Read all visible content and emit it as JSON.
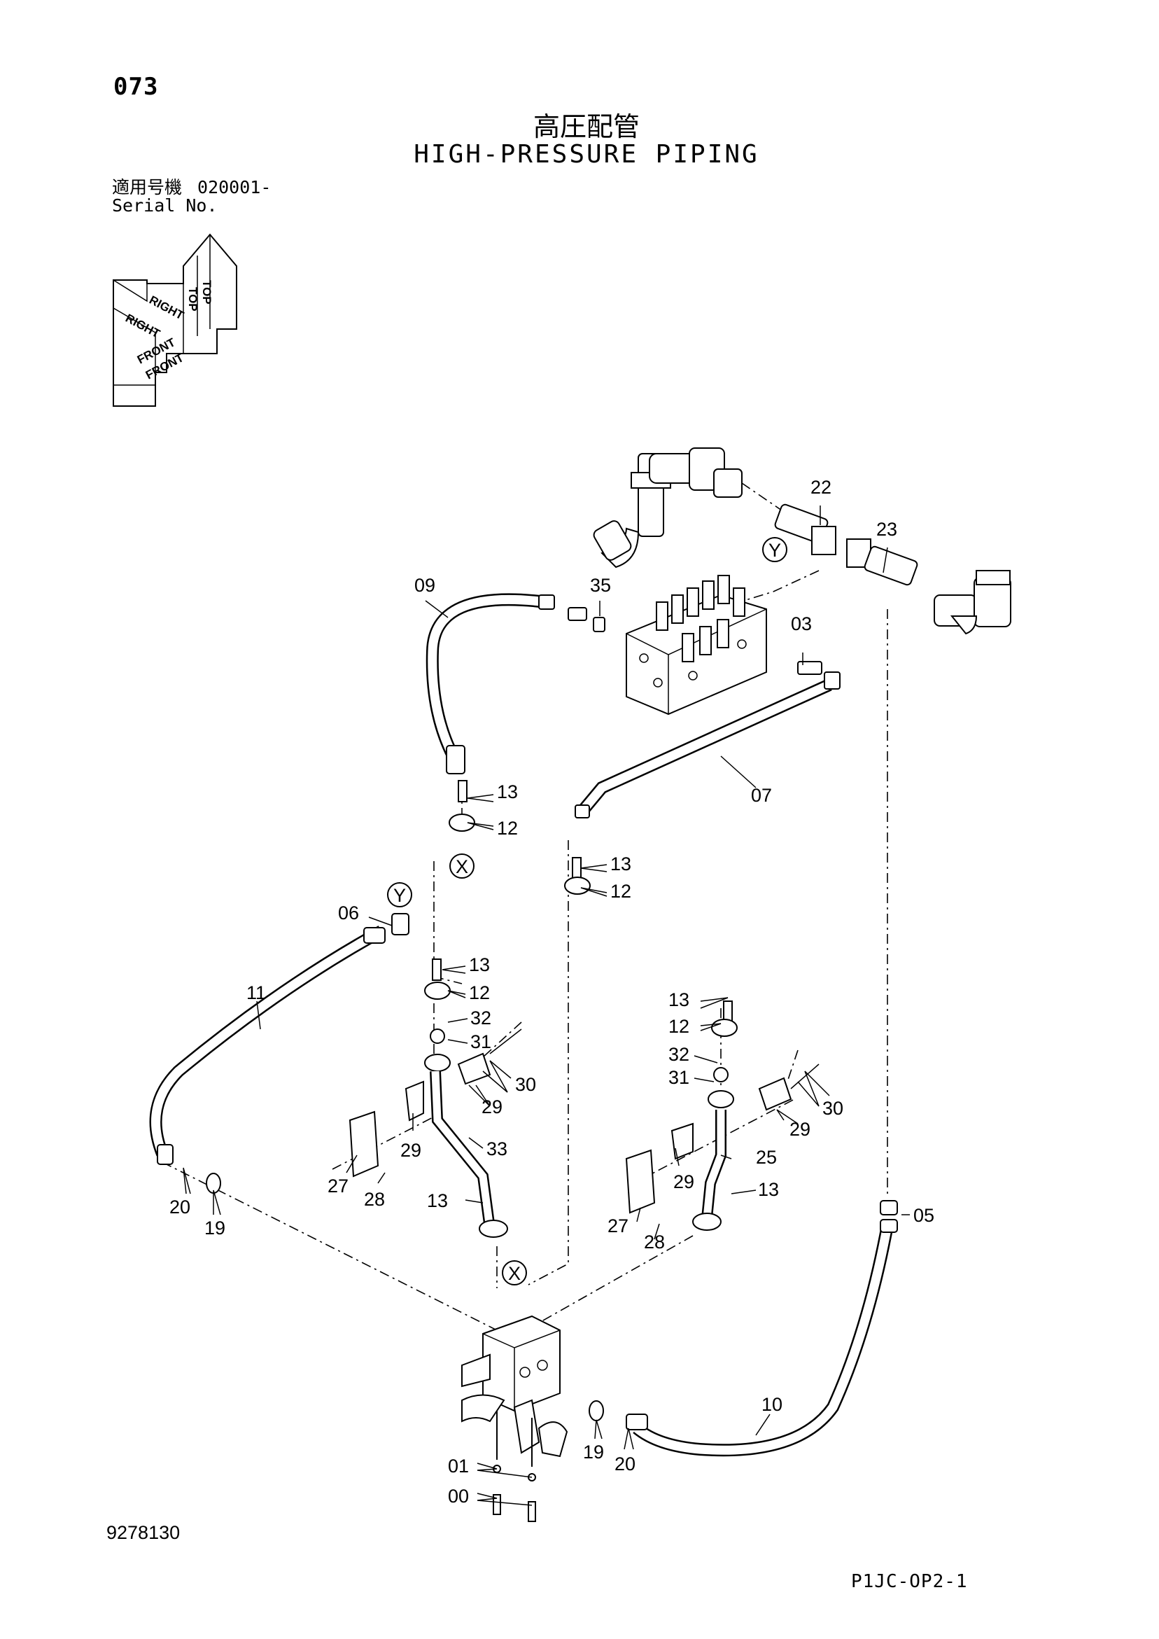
{
  "header": {
    "page_number": "073",
    "title_ja": "高圧配管",
    "title_en": "HIGH-PRESSURE PIPING",
    "serial_label_ja": "適用号機",
    "serial_value": "020001-",
    "serial_label_en": "Serial No."
  },
  "orientation": {
    "top": "TOP",
    "right": "RIGHT",
    "front": "FRONT"
  },
  "callouts": {
    "p22": "22",
    "p23": "23",
    "p35": "35",
    "p09": "09",
    "p03": "03",
    "p07": "07",
    "p13a": "13",
    "p12a": "12",
    "p13b": "13",
    "p12b": "12",
    "p06": "06",
    "p11": "11",
    "p13c": "13",
    "p12c": "12",
    "p32a": "32",
    "p31a": "31",
    "p30a": "30",
    "p29a": "29",
    "p29b": "29",
    "p33": "33",
    "p27a": "27",
    "p28a": "28",
    "p13d": "13",
    "p20a": "20",
    "p19a": "19",
    "p13e": "13",
    "p12e": "12",
    "p32b": "32",
    "p31b": "31",
    "p30b": "30",
    "p29c": "29",
    "p29d": "29",
    "p25": "25",
    "p13f": "13",
    "p27b": "27",
    "p28b": "28",
    "p05": "05",
    "p10": "10",
    "p19b": "19",
    "p20b": "20",
    "p01": "01",
    "p00": "00"
  },
  "references": {
    "x1": "X",
    "x2": "X",
    "y1": "Y",
    "y2": "Y"
  },
  "footer": {
    "drawing_number": "9278130",
    "sheet_id": "P1JC-OP2-1"
  }
}
